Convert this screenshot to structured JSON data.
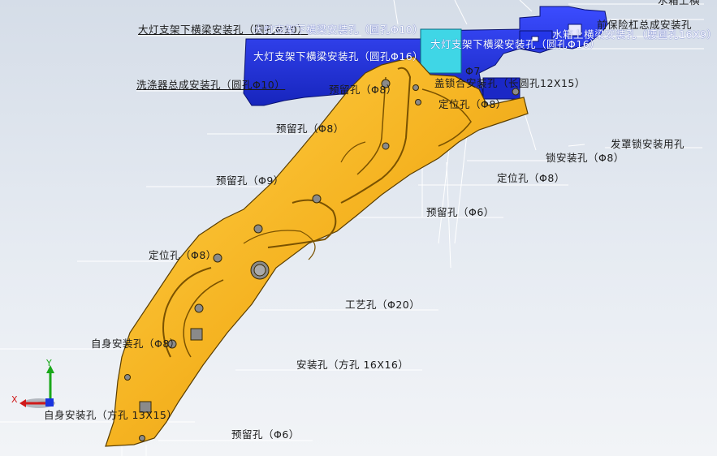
{
  "viewport": {
    "colors": {
      "part_yellow": "#f5b321",
      "part_edge": "#5a3e00",
      "bracket_blue": "#1a2bd6",
      "leader": "#ffffff",
      "text": "#111111"
    }
  },
  "labels": {
    "top_clipped": "水箱上横",
    "headlamp_lower": "大灯支架下横梁安装孔（圆孔Φ10）",
    "headlamp_lower_overlap": "大灯支架下横梁安装孔（圆孔Φ10）",
    "headlamp_bracket": "大灯支架下横梁安装孔（圆孔Φ16）",
    "front_bumper": "前保险杠总成安装孔",
    "water_tank": "水箱上横梁安装孔（腰圆孔16X9）",
    "washer": "洗涤器总成安装孔（圆孔Φ10）",
    "reserved_8": "预留孔（Φ8）",
    "phi7": "Φ7",
    "cover_lock": "盖锁合安装孔（长圆孔12X15）",
    "locate_phi8_small": "定位孔（Φ8）",
    "reserved_8b": "预留孔（Φ8）",
    "hood_lock": "发罩锁安装用孔",
    "lock_mount": "锁安装孔（Φ8）",
    "locate_8": "定位孔（Φ8）",
    "reserved_9": "预留孔（Φ9）",
    "reserved_6": "预留孔（Φ6）",
    "locate_bottom": "定位孔（Φ8）",
    "process_hole": "工艺孔（Φ20）",
    "body_mount": "自身安装孔（Φ8）",
    "mount_square": "安装孔（方孔 16X16）",
    "body_mount_square": "自身安装孔（方孔 13X15）",
    "reserved_6b": "预留孔（Φ6）"
  },
  "triad": {
    "y": "Y",
    "x": "X"
  }
}
